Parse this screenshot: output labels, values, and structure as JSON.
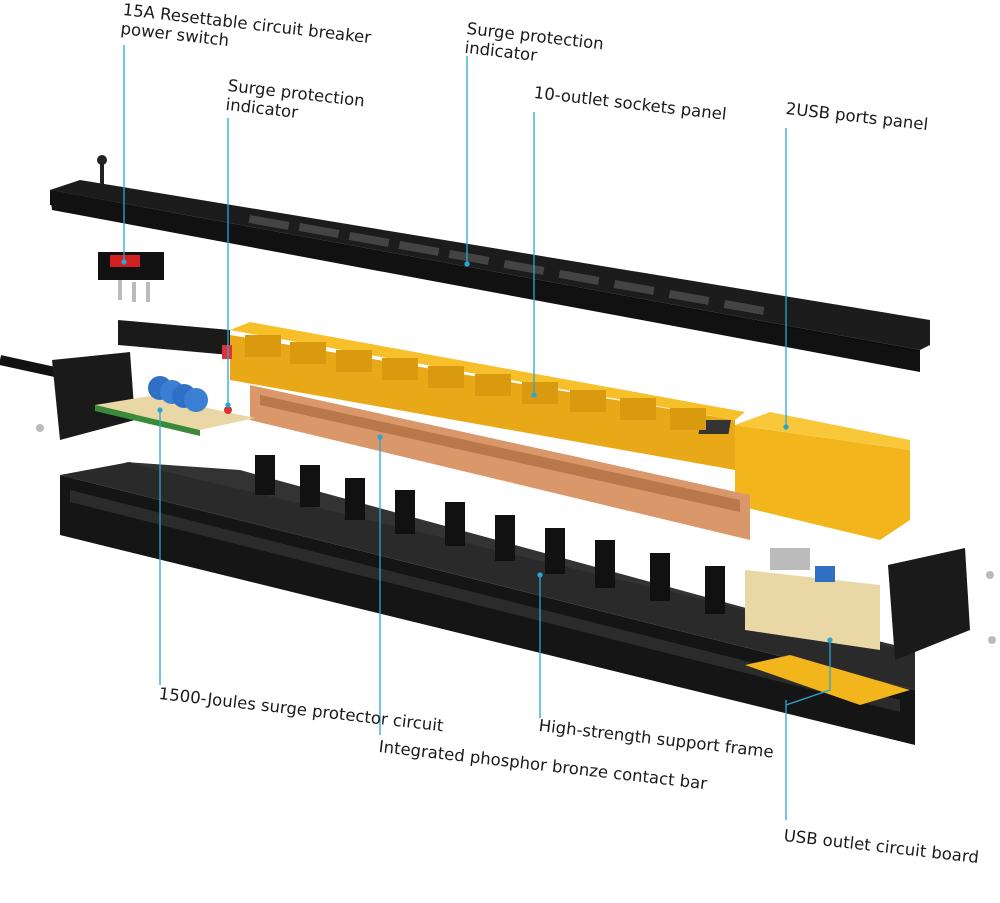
{
  "labels": {
    "breaker_line1": "15A Resettable circuit breaker",
    "breaker_line2": "power switch",
    "indicator_left_line1": "Surge protection",
    "indicator_left_line2": "indicator",
    "indicator_top_line1": "Surge protection",
    "indicator_top_line2": "indicator",
    "sockets_panel": "10-outlet sockets panel",
    "usb_panel": "2USB ports panel",
    "surge_circuit": "1500-Joules surge protector circuit",
    "contact_bar": "Integrated phosphor bronze contact bar",
    "support_frame": "High-strength support frame",
    "usb_board": "USB outlet circuit board"
  },
  "colors": {
    "leader": "#2aa6d4",
    "housing": "#1c1c1c",
    "socket_panel": "#f2b51c",
    "bronze": "#d9976a",
    "pcb": "#e9d8a6"
  }
}
